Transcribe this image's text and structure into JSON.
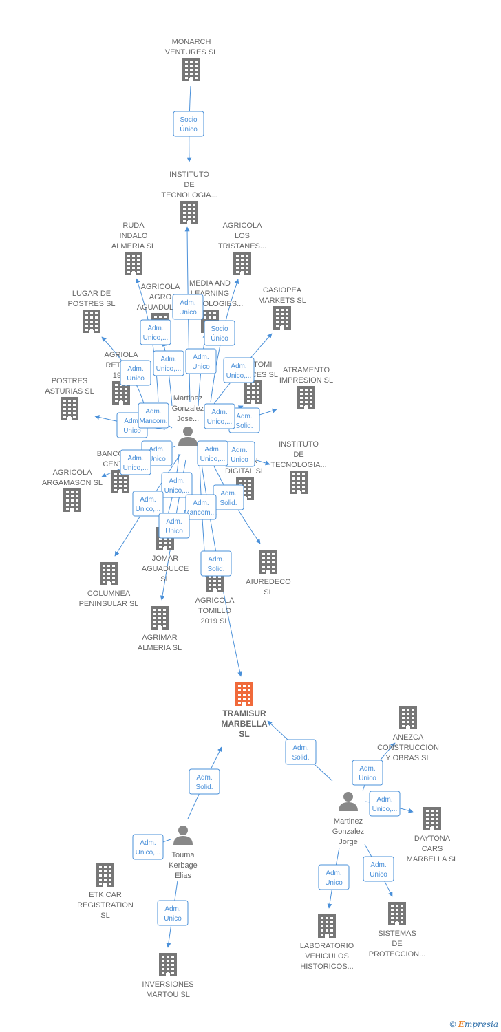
{
  "colors": {
    "edge": "#4a90d9",
    "company": "#777777",
    "main_company": "#f06a3b",
    "person": "#888888"
  },
  "footer": {
    "copyright": "©",
    "brand_first": "E",
    "brand_rest": "mpresia"
  },
  "nodes": [
    {
      "id": "monarch",
      "kind": "company",
      "label": [
        "MONARCH",
        "VENTURES SL"
      ]
    },
    {
      "id": "instituto1",
      "kind": "company",
      "label": [
        "INSTITUTO",
        "DE",
        "TECNOLOGIA..."
      ]
    },
    {
      "id": "ruda",
      "kind": "company",
      "label": [
        "RUDA",
        "INDALO",
        "ALMERIA SL"
      ]
    },
    {
      "id": "agricola_tristanes",
      "kind": "company",
      "label": [
        "AGRICOLA",
        "LOS",
        "TRISTANES..."
      ]
    },
    {
      "id": "lugar",
      "kind": "company",
      "label": [
        "LUGAR DE",
        "POSTRES SL"
      ]
    },
    {
      "id": "agricola_agro",
      "kind": "company",
      "label": [
        "AGRICOLA",
        "AGRO",
        "AGUADULCE"
      ]
    },
    {
      "id": "media",
      "kind": "company",
      "label": [
        "MEDIA AND",
        "LEARNING",
        "TECHNOLOGIES..."
      ]
    },
    {
      "id": "casiopea",
      "kind": "company",
      "label": [
        "CASIOPEA",
        "MARKETS SL"
      ]
    },
    {
      "id": "agriola",
      "kind": "company",
      "label": [
        "AGRIOLA",
        "RETAMA",
        "1927"
      ]
    },
    {
      "id": "nayatomi",
      "kind": "company",
      "label": [
        "NAYATOMI",
        "SERVICES SL"
      ]
    },
    {
      "id": "postres",
      "kind": "company",
      "label": [
        "POSTRES",
        "ASTURIAS SL"
      ]
    },
    {
      "id": "atramento",
      "kind": "company",
      "label": [
        "ATRAMENTO",
        "IMPRESION SL"
      ]
    },
    {
      "id": "instituto2",
      "kind": "company",
      "label": [
        "INSTITUTO",
        "DE",
        "TECNOLOGIA..."
      ]
    },
    {
      "id": "bancotec",
      "kind": "company",
      "label": [
        "BANCOTECA",
        "CENTRAL"
      ]
    },
    {
      "id": "agricola_arg",
      "kind": "company",
      "label": [
        "AGRICOLA",
        "ARGAMASON SL"
      ]
    },
    {
      "id": "tis",
      "kind": "company",
      "label": [
        "TIS",
        "VISION",
        "DIGITAL SL"
      ]
    },
    {
      "id": "jomar",
      "kind": "company",
      "label": [
        "JOMAR",
        "AGUADULCE",
        "SL"
      ]
    },
    {
      "id": "columnea",
      "kind": "company",
      "label": [
        "COLUMNEA",
        "PENINSULAR SL"
      ]
    },
    {
      "id": "aiuredeco",
      "kind": "company",
      "label": [
        "AIUREDECO",
        "SL"
      ]
    },
    {
      "id": "tomillo",
      "kind": "company",
      "label": [
        "AGRICOLA",
        "TOMILLO",
        "2019 SL"
      ]
    },
    {
      "id": "agrimar",
      "kind": "company",
      "label": [
        "AGRIMAR",
        "ALMERIA SL"
      ]
    },
    {
      "id": "tramisur",
      "kind": "main",
      "label": [
        "TRAMISUR",
        "MARBELLA",
        "SL"
      ]
    },
    {
      "id": "anezca",
      "kind": "company",
      "label": [
        "ANEZCA",
        "CONSTRUCCION",
        "Y OBRAS SL"
      ]
    },
    {
      "id": "daytona",
      "kind": "company",
      "label": [
        "DAYTONA",
        "CARS",
        "MARBELLA SL"
      ]
    },
    {
      "id": "etk",
      "kind": "company",
      "label": [
        "ETK CAR",
        "REGISTRATION",
        "SL"
      ]
    },
    {
      "id": "inversiones",
      "kind": "company",
      "label": [
        "INVERSIONES",
        "MARTOU SL"
      ]
    },
    {
      "id": "laboratorio",
      "kind": "company",
      "label": [
        "LABORATORIO",
        "VEHICULOS",
        "HISTORICOS..."
      ]
    },
    {
      "id": "sistemas",
      "kind": "company",
      "label": [
        "SISTEMAS",
        "DE",
        "PROTECCION..."
      ]
    },
    {
      "id": "martinez_jose",
      "kind": "person",
      "label": [
        "Martinez",
        "Gonzalez",
        "Jose..."
      ]
    },
    {
      "id": "martinez_jorge",
      "kind": "person",
      "label": [
        "Martinez",
        "Gonzalez",
        "Jorge"
      ]
    },
    {
      "id": "touma",
      "kind": "person",
      "label": [
        "Touma",
        "Kerbage",
        "Elias"
      ]
    }
  ],
  "edges": [
    {
      "from": "monarch",
      "to": "instituto1",
      "label": [
        "Socio",
        "Único"
      ]
    },
    {
      "from": "martinez_jose",
      "to": "instituto1",
      "label": [
        "Adm.",
        "Unico"
      ]
    },
    {
      "from": "martinez_jose",
      "to": "ruda",
      "label": [
        "Adm.",
        "Unico,..."
      ]
    },
    {
      "from": "martinez_jose",
      "to": "agricola_tristanes",
      "label": [
        "Socio",
        "Único"
      ]
    },
    {
      "from": "martinez_jose",
      "to": "lugar",
      "label": [
        "Adm.",
        "Unico"
      ]
    },
    {
      "from": "martinez_jose",
      "to": "agricola_agro",
      "label": [
        "Adm.",
        "Unico,..."
      ]
    },
    {
      "from": "martinez_jose",
      "to": "media",
      "label": [
        "Adm.",
        "Unico"
      ]
    },
    {
      "from": "martinez_jose",
      "to": "casiopea",
      "label": [
        "Adm.",
        "Unico,..."
      ]
    },
    {
      "from": "martinez_jose",
      "to": "postres",
      "label": [
        "Adm.",
        "Unico"
      ]
    },
    {
      "from": "martinez_jose",
      "to": "agriola",
      "label": [
        "Adm.",
        "Mancom."
      ]
    },
    {
      "from": "martinez_jose",
      "to": "atramento",
      "label": [
        "Adm.",
        "Solid."
      ]
    },
    {
      "from": "martinez_jose",
      "to": "nayatomi",
      "label": [
        "Adm.",
        "Unico,..."
      ]
    },
    {
      "from": "martinez_jose",
      "to": "bancotec",
      "label": [
        "Adm.",
        "Unico"
      ]
    },
    {
      "from": "martinez_jose",
      "to": "agricola_arg",
      "label": [
        "Adm.",
        "Unico,..."
      ]
    },
    {
      "from": "martinez_jose",
      "to": "instituto2",
      "label": [
        "Adm.",
        "Unico"
      ]
    },
    {
      "from": "martinez_jose",
      "to": "tis",
      "label": [
        "Adm.",
        "Unico,..."
      ]
    },
    {
      "from": "martinez_jose",
      "to": "jomar",
      "label": [
        "Adm.",
        "Unico,..."
      ]
    },
    {
      "from": "martinez_jose",
      "to": "aiuredeco",
      "label": [
        "Adm.",
        "Solid."
      ]
    },
    {
      "from": "martinez_jose",
      "to": "columnea",
      "label": [
        "Adm.",
        "Unico,..."
      ]
    },
    {
      "from": "martinez_jose",
      "to": "tomillo",
      "label": [
        "Adm.",
        "Mancom...."
      ]
    },
    {
      "from": "martinez_jose",
      "to": "agrimar",
      "label": [
        "Adm.",
        "Unico"
      ]
    },
    {
      "from": "martinez_jose",
      "to": "tramisur",
      "label": [
        "Adm.",
        "Solid."
      ]
    },
    {
      "from": "martinez_jorge",
      "to": "tramisur",
      "label": [
        "Adm.",
        "Solid."
      ]
    },
    {
      "from": "martinez_jorge",
      "to": "anezca",
      "label": [
        "Adm.",
        "Unico"
      ]
    },
    {
      "from": "martinez_jorge",
      "to": "daytona",
      "label": [
        "Adm.",
        "Unico,..."
      ]
    },
    {
      "from": "martinez_jorge",
      "to": "laboratorio",
      "label": [
        "Adm.",
        "Unico"
      ]
    },
    {
      "from": "martinez_jorge",
      "to": "sistemas",
      "label": [
        "Adm.",
        "Unico"
      ]
    },
    {
      "from": "touma",
      "to": "tramisur",
      "label": [
        "Adm.",
        "Solid."
      ]
    },
    {
      "from": "touma",
      "to": "etk",
      "label": [
        "Adm.",
        "Unico,..."
      ]
    },
    {
      "from": "touma",
      "to": "inversiones",
      "label": [
        "Adm.",
        "Unico"
      ]
    }
  ]
}
